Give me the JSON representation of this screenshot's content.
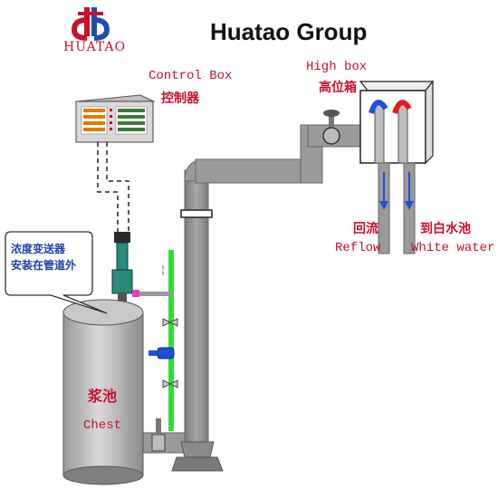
{
  "brand": {
    "logo_text": "HUATAO",
    "logo_icon": "huatao-hb-logo",
    "title": "Huatao Group",
    "accent_color": "#c8102e",
    "logo_blue": "#1f4fa8"
  },
  "labels": {
    "control_box_en": "Control Box",
    "control_box_cn": "控制器",
    "high_box_en": "High box",
    "high_box_cn": "高位箱",
    "reflow_cn": "回流",
    "reflow_en": "Reflow",
    "white_water_cn": "到白水池",
    "white_water_en": "White water",
    "chest_cn": "浆池",
    "chest_en": "Chest",
    "transmitter_line1": "浓度变送器",
    "transmitter_line2": "安装在管道外"
  },
  "colors": {
    "pipe_gray": "#8c8c8c",
    "bypass_green": "#33dd33",
    "flow_blue": "#1f4fd8",
    "inlet_red": "#e02020",
    "label_red": "#c8102e",
    "callout_blue": "#1f3fa8"
  }
}
